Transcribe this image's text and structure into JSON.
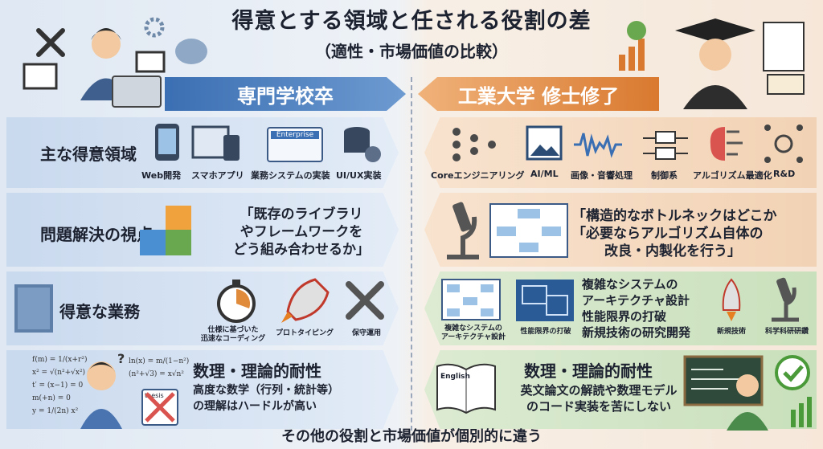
{
  "title": "得意とする領域と任される役割の差",
  "subtitle": "（適性・市場価値の比較）",
  "left": {
    "header": "専門学校卒",
    "row1": {
      "label": "主な得意領域",
      "items": [
        "Web開発",
        "スマホアプリ",
        "業務システムの実装",
        "UI/UX実装"
      ],
      "browser_text": "Enterprise"
    },
    "row2": {
      "label": "問題解決の視点",
      "quote": [
        "「既存のライブラリ",
        "やフレームワークを",
        "どう組み合わせるか」"
      ]
    },
    "row3": {
      "label": "得意な業務",
      "items": [
        "仕様に基づいた\n迅速なコーディング",
        "プロトタイピング",
        "保守運用"
      ]
    },
    "row4": {
      "heading": "数理・理論的耐性",
      "text": [
        "高度な数学（行列・統計等）",
        "の理解はハードルが高い"
      ],
      "formulas": [
        "f(m) = 1/(x+r²)",
        "x² = √(n²+√x²)",
        "t′ = (x−1) = 0",
        "m(+n) = 0",
        "y = 1/(2n) x²"
      ],
      "formulas2": [
        "ln(x) = m/(1−n²)",
        "(n²+√3) = x√n²"
      ],
      "paper": "thesis"
    }
  },
  "right": {
    "header": "工業大学 修士修了",
    "row1": {
      "items": [
        "Coreエンジニアリング",
        "AI/ML",
        "画像・音響処理",
        "制御系",
        "アルゴリズム最適化",
        "R&D"
      ]
    },
    "row2": {
      "quote": [
        "「構造的なボトルネックはどこか",
        "「必要ならアルゴリズム自体の",
        "改良・内製化を行う」"
      ]
    },
    "row3": {
      "text": [
        "複雑なシステムの",
        "アーキテクチャ設計",
        "性能限界の打破",
        "新規技術の研究開発"
      ],
      "captions": [
        "複雑なシステムの\nアーキテクチャ設計",
        "性能限界の打破",
        "新規技術",
        "科学科研研鑽"
      ]
    },
    "row4": {
      "heading": "数理・理論的耐性",
      "text": [
        "英文論文の解読や数理モデル",
        "のコード実装を苦にしない"
      ],
      "book": "English"
    }
  },
  "footer": "その他の役割と市場価値が個別的に違う",
  "colors": {
    "blue": "#3b6fb3",
    "orange": "#d9792f",
    "green": "#4a9a3a"
  }
}
